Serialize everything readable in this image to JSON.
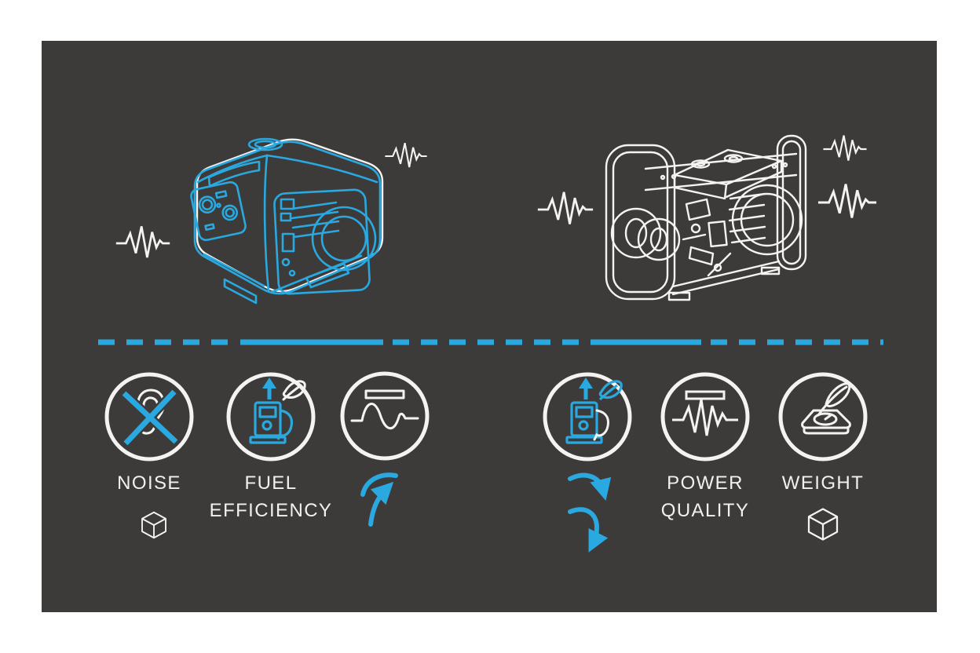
{
  "colors": {
    "page_background": "#ffffff",
    "panel_background": "#3d3b3a",
    "accent_blue": "#2aa8e0",
    "line_white": "#f4f3f2",
    "text": "#f2f1ef"
  },
  "illustrations": {
    "left_generator": {
      "name": "inverter-generator-illustration",
      "style": "blue-outline-enclosed-case",
      "vibration_marks": 2
    },
    "right_generator": {
      "name": "open-frame-generator-illustration",
      "style": "white-outline-tubular-frame",
      "vibration_marks": 3
    }
  },
  "divider": {
    "name": "dashed-divider",
    "color": "#2aa8e0"
  },
  "features": {
    "left": [
      {
        "label": "NOISE",
        "icon": "muted-ear-icon",
        "below": "cube-icon"
      },
      {
        "label": "FUEL\nEFFICIENCY",
        "icon": "fuel-pump-leaf-icon"
      },
      {
        "label": "",
        "icon": "clean-sine-wave-icon",
        "below": "curved-arrows-up-icon"
      }
    ],
    "right": [
      {
        "label": "",
        "icon": "fuel-pump-leaf-icon",
        "below": "curved-arrows-down-icon"
      },
      {
        "label": "POWER\nQUALITY",
        "icon": "distorted-wave-icon"
      },
      {
        "label": "WEIGHT",
        "icon": "feather-scale-icon",
        "below": "cube-icon"
      }
    ]
  }
}
